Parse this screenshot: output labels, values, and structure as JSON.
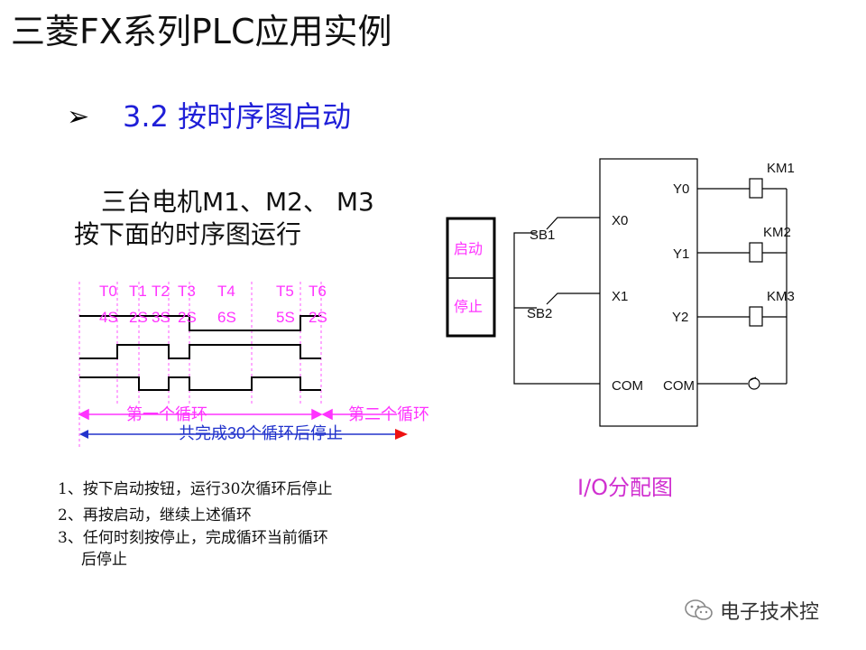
{
  "header": {
    "title": "三菱FX系列PLC应用实例"
  },
  "section": {
    "bullet": "➢",
    "title": "3.2  按时序图启动"
  },
  "description": {
    "line1": "三台电机M1、M2、 M3",
    "line2": "按下面的时序图运行"
  },
  "timing": {
    "timers": [
      {
        "name": "T0",
        "duration": "4S"
      },
      {
        "name": "T1",
        "duration": "2S"
      },
      {
        "name": "T2",
        "duration": "3S"
      },
      {
        "name": "T3",
        "duration": "2S"
      },
      {
        "name": "T4",
        "duration": "6S"
      },
      {
        "name": "T5",
        "duration": "5S"
      },
      {
        "name": "T6",
        "duration": "2S"
      }
    ],
    "cycle1": "第一个循环",
    "cycle2": "第二个循环",
    "total_label_pre": "共完成",
    "total_count": "30",
    "total_label_post": "个循环后停止"
  },
  "steps": {
    "s1": "1、按下启动按钮，运行30次循环后停止",
    "s2": "2、再按启动，继续上述循环",
    "s3a": "3、任何时刻按停止，完成循环当前循环",
    "s3b": "后停止"
  },
  "panel": {
    "start": "启动",
    "stop": "停止"
  },
  "io": {
    "switch1": "SB1",
    "switch2": "SB2",
    "in0": "X0",
    "in1": "X1",
    "com_in": "COM",
    "out0": "Y0",
    "out1": "Y1",
    "out2": "Y2",
    "com_out": "COM",
    "coil1": "KM1",
    "coil2": "KM2",
    "coil3": "KM3",
    "caption": "I/O分配图"
  },
  "watermark": {
    "icon": "wechat-icon",
    "text": "电子技术控"
  },
  "colors": {
    "magenta": "#ff33ff",
    "blue": "#1f1fd8",
    "red": "#ee1111"
  }
}
